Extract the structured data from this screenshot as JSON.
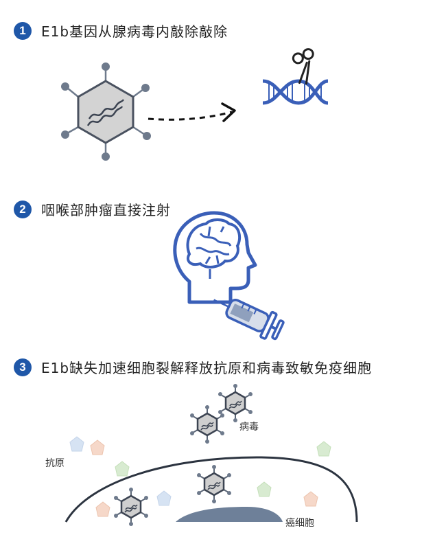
{
  "steps": [
    {
      "num": "1",
      "text": "E1b基因从腺病毒内敲除敲除"
    },
    {
      "num": "2",
      "text": "咽喉部肿瘤直接注射"
    },
    {
      "num": "3",
      "text": "E1b缺失加速细胞裂解释放抗原和病毒致敏免疫细胞"
    }
  ],
  "labels": {
    "virus": "病毒",
    "antigen": "抗原",
    "cancer_cell": "癌细胞"
  },
  "colors": {
    "accent": "#1f57a8",
    "virus_body": "#c9c9c9",
    "virus_line": "#5a6575",
    "dna": "#3a5fb8",
    "cell": "#2c3440",
    "nucleus": "#6e8099"
  }
}
